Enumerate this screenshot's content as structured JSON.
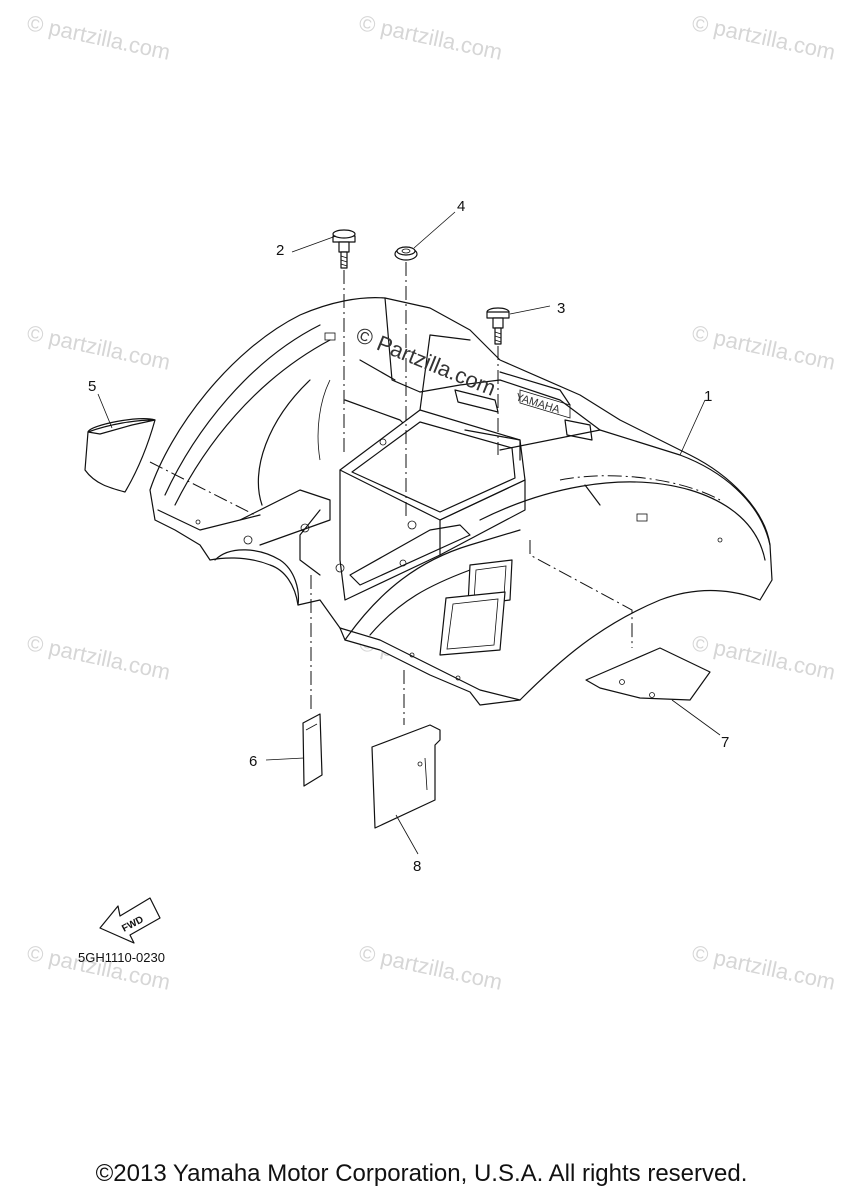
{
  "watermark": {
    "text": "© partzilla.com",
    "center_text": "© Partzilla.com"
  },
  "callouts": [
    {
      "id": "1",
      "label": "1"
    },
    {
      "id": "2",
      "label": "2"
    },
    {
      "id": "3",
      "label": "3"
    },
    {
      "id": "4",
      "label": "4"
    },
    {
      "id": "5",
      "label": "5"
    },
    {
      "id": "6",
      "label": "6"
    },
    {
      "id": "7",
      "label": "7"
    },
    {
      "id": "8",
      "label": "8"
    }
  ],
  "fwd_label": "FWD",
  "fender_brand": "YAMAHA",
  "diagram_code": "5GH1110-0230",
  "copyright": "©2013 Yamaha Motor Corporation, U.S.A. All rights reserved."
}
